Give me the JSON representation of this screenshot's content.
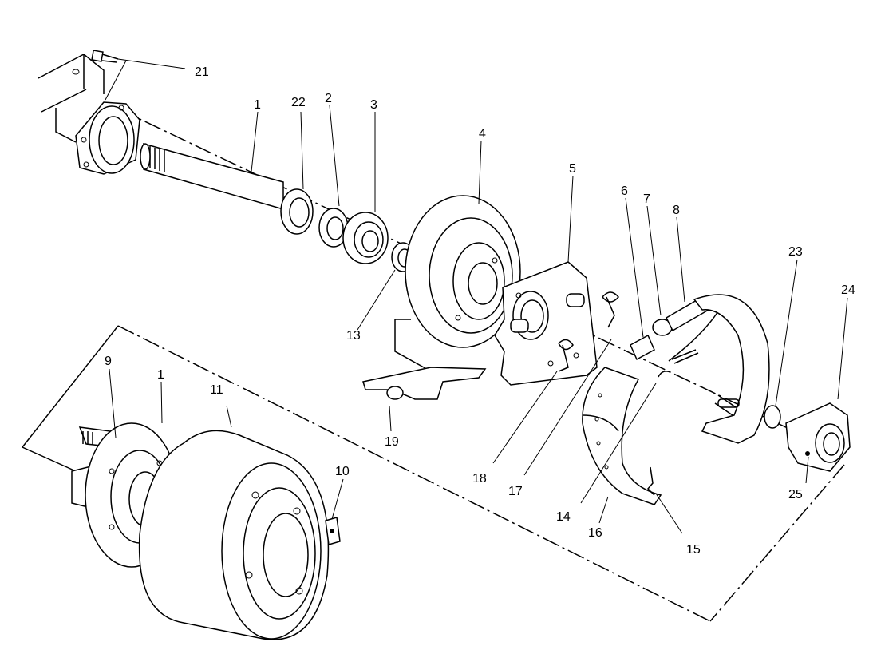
{
  "callouts": [
    {
      "id": "c1a",
      "label": "1"
    },
    {
      "id": "c1b",
      "label": "1"
    },
    {
      "id": "c2",
      "label": "2"
    },
    {
      "id": "c3",
      "label": "3"
    },
    {
      "id": "c4",
      "label": "4"
    },
    {
      "id": "c5",
      "label": "5"
    },
    {
      "id": "c6",
      "label": "6"
    },
    {
      "id": "c7",
      "label": "7"
    },
    {
      "id": "c8",
      "label": "8"
    },
    {
      "id": "c9",
      "label": "9"
    },
    {
      "id": "c10",
      "label": "10"
    },
    {
      "id": "c11",
      "label": "11"
    },
    {
      "id": "c13",
      "label": "13"
    },
    {
      "id": "c14",
      "label": "14"
    },
    {
      "id": "c15",
      "label": "15"
    },
    {
      "id": "c16",
      "label": "16"
    },
    {
      "id": "c17",
      "label": "17"
    },
    {
      "id": "c18",
      "label": "18"
    },
    {
      "id": "c19",
      "label": "19"
    },
    {
      "id": "c21",
      "label": "21"
    },
    {
      "id": "c22",
      "label": "22"
    },
    {
      "id": "c23",
      "label": "23"
    },
    {
      "id": "c24",
      "label": "24"
    },
    {
      "id": "c25",
      "label": "25"
    }
  ]
}
